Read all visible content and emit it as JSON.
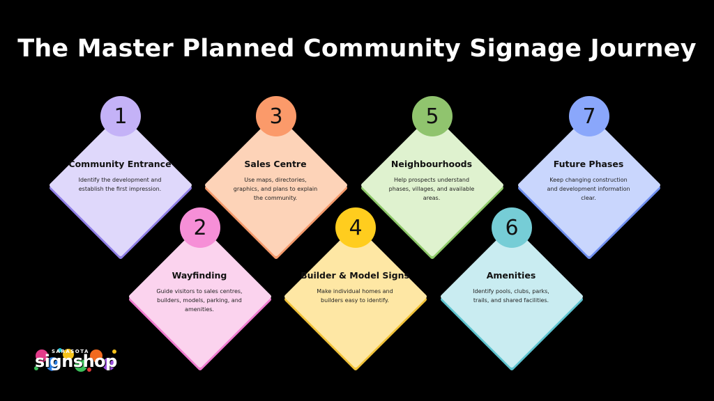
{
  "title": "The Master Planned Community Signage Journey",
  "steps": [
    {
      "number": "1",
      "title": "Community Entrance",
      "description": "Identify the development and establish the first impression.",
      "fill": "#dfd8fb",
      "edge": "#8f7ee6",
      "circle": "#c4b2f7"
    },
    {
      "number": "2",
      "title": "Wayfinding",
      "description": "Guide visitors to sales centres, builders, models, parking, and amenities.",
      "fill": "#fbd3ee",
      "edge": "#f07ad0",
      "circle": "#f68fd7"
    },
    {
      "number": "3",
      "title": "Sales Centre",
      "description": "Use maps, directories, graphics, and plans to explain the community.",
      "fill": "#fdd3b8",
      "edge": "#f59a6c",
      "circle": "#fb9a6a"
    },
    {
      "number": "4",
      "title": "Builder & Model Signs",
      "description": "Make individual homes and builders easy to identify.",
      "fill": "#fee7a4",
      "edge": "#f2c33a",
      "circle": "#ffcd1e"
    },
    {
      "number": "5",
      "title": "Neighbourhoods",
      "description": "Help prospects understand phases, villages, and available areas.",
      "fill": "#dff2cf",
      "edge": "#8fca6a",
      "circle": "#90c46e"
    },
    {
      "number": "6",
      "title": "Amenities",
      "description": "Identify pools, clubs, parks, trails, and shared facilities.",
      "fill": "#c9ecf1",
      "edge": "#5ec3cf",
      "circle": "#76cdd6"
    },
    {
      "number": "7",
      "title": "Future Phases",
      "description": "Keep changing construction and development information clear.",
      "fill": "#c9d6fd",
      "edge": "#6f8ef0",
      "circle": "#8aa7fb"
    }
  ],
  "logo": {
    "top_text": "SARASOTA",
    "word": "signshop"
  }
}
